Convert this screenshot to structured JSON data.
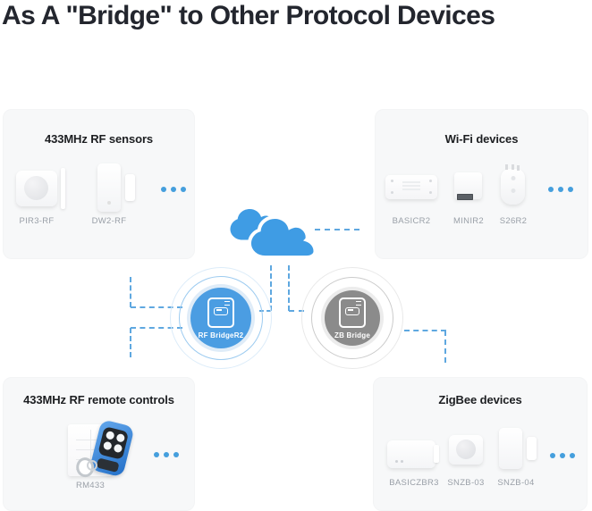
{
  "title": "As A \"Bridge\" to Other Protocol Devices",
  "bridges": {
    "rf": {
      "label": "RF BridgeR2",
      "color": "#4b9de2"
    },
    "zb": {
      "label": "ZB Bridge",
      "color": "#8b8b8b"
    }
  },
  "panels": {
    "rf_sensors": {
      "title": "433MHz RF sensors",
      "devices": [
        {
          "name": "PIR3-RF"
        },
        {
          "name": "DW2-RF"
        }
      ]
    },
    "wifi": {
      "title": "Wi-Fi devices",
      "devices": [
        {
          "name": "BASICR2"
        },
        {
          "name": "MINIR2"
        },
        {
          "name": "S26R2"
        }
      ]
    },
    "rf_remotes": {
      "title": "433MHz RF remote controls",
      "devices": [
        {
          "name": "RM433"
        }
      ]
    },
    "zigbee": {
      "title": "ZigBee devices",
      "devices": [
        {
          "name": "BASICZBR3"
        },
        {
          "name": "SNZB-03"
        },
        {
          "name": "SNZB-04"
        }
      ]
    }
  },
  "colors": {
    "cloud_blue": "#3f9ce4",
    "dash_blue": "#5fa8e0",
    "dot_blue": "#459fdd",
    "panel_bg": "#f7f8f9",
    "title_text": "#23262e"
  }
}
